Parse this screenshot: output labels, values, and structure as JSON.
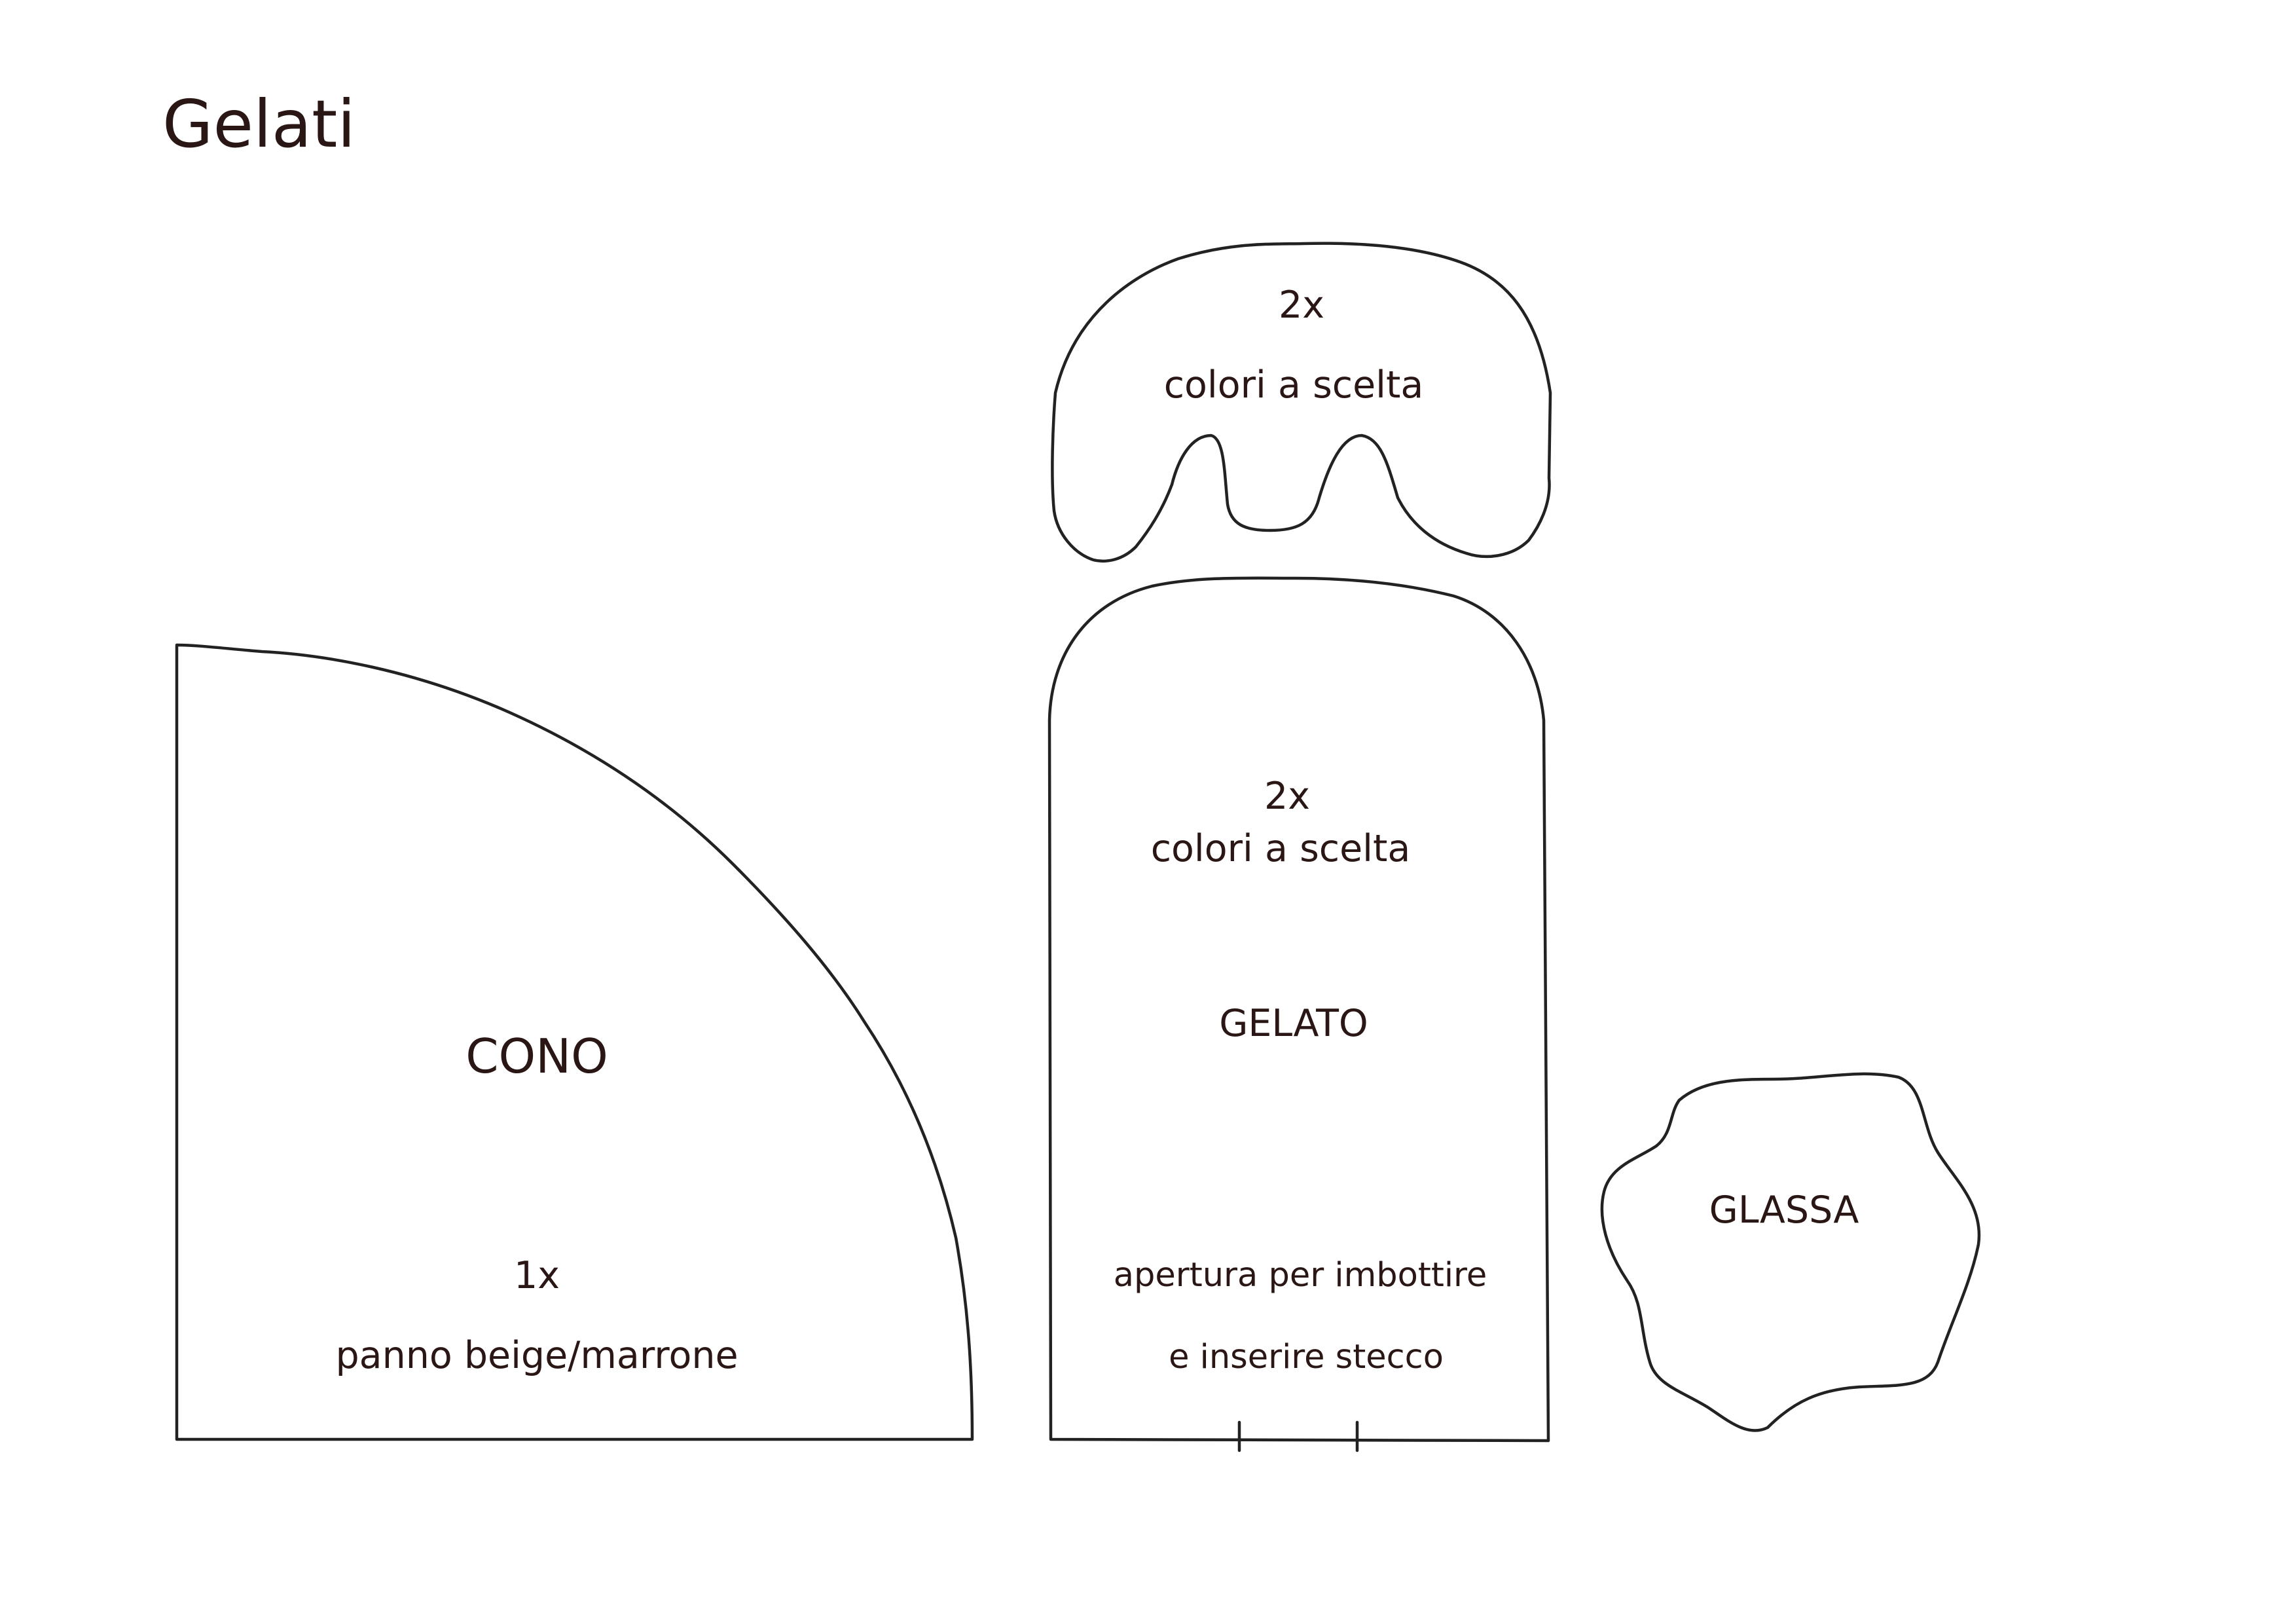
{
  "page": {
    "title": "Gelati"
  },
  "pieces": {
    "cono": {
      "name": "CONO",
      "quantity": "1x",
      "material": "panno beige/marrone"
    },
    "glassa_top": {
      "quantity": "2x",
      "material": "colori a scelta"
    },
    "gelato": {
      "quantity": "2x",
      "material": "colori a scelta",
      "name": "GELATO",
      "note_line1": "apertura per imbottire",
      "note_line2": "e inserire stecco"
    },
    "glassa": {
      "name": "GLASSA"
    }
  }
}
